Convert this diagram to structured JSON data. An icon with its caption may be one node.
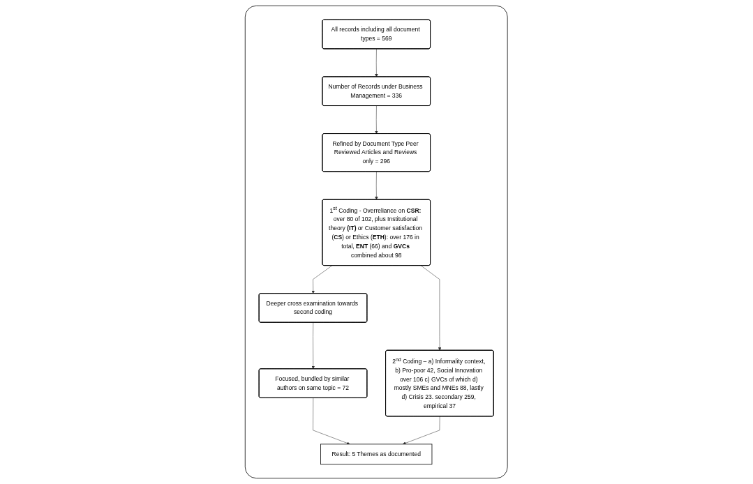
{
  "diagram": {
    "nodes": [
      {
        "text": [],
        "shape": "box"
      },
      {
        "text": [
          "All records including all document types = 569"
        ],
        "in": 0
      },
      {
        "text": [
          "Number of Records under Business Management = 336"
        ],
        "in": 0
      },
      {
        "text": [
          "Refined by Document Type Peer Reviewed Articles and Reviews only = 296"
        ],
        "in": 0
      },
      {
        "text": [
          "1$^{st}$ Coding - Overreliance on **CSR:** over 80 of 102, plus Institutional theory **(IT)** or Customer satisfaction (**CS**) or Ethics (**ETH**): over 176 in total, **ENT** (66) and **GVCs** combined about 98"
        ],
        "in": 0
      },
      {
        "text": [
          "Deeper cross examination towards second coding"
        ],
        "in": 0
      },
      {
        "text": [
          "2$^{nd}$ Coding – a) Informality context, b) Pro-poor 42, Social Innovation over 106 c) GVCs of which d) mostly SMEs and MNEs 88, lastly d) Crisis 23. secondary 259, empirical 37"
        ],
        "in": 0
      },
      {
        "text": [
          "Focused, bundled by similar authors on same topic = 72"
        ],
        "in": 0
      },
      {
        "text": [
          "Result: 5 Themes as documented"
        ],
        "in": 0
      }
    ],
    "edges": [
      {
        "from": 1,
        "to": 2,
        "arrow": "to"
      },
      {
        "from": 2,
        "to": 3,
        "arrow": "to"
      },
      {
        "from": 3,
        "to": 4,
        "arrow": "to"
      },
      {
        "from": 4,
        "to": 5,
        "arrow": "to"
      },
      {
        "from": 4,
        "to": 6,
        "arrow": "to"
      },
      {
        "from": 5,
        "to": 7,
        "arrow": "to"
      },
      {
        "from": 7,
        "to": 8,
        "arrow": "to"
      },
      {
        "from": 6,
        "to": 8,
        "arrow": "to"
      }
    ]
  }
}
